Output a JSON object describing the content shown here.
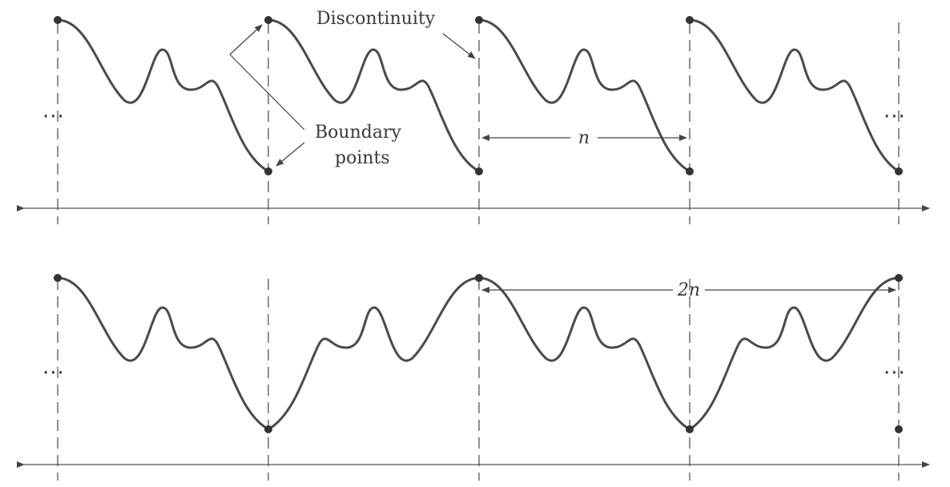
{
  "top_panel": {
    "labels": {
      "discontinuity": "Discontinuity",
      "boundary_line1": "Boundary",
      "boundary_line2": "points",
      "period": "n",
      "ellipsis_left": "···",
      "ellipsis_right": "···"
    }
  },
  "bottom_panel": {
    "labels": {
      "period": "2n",
      "ellipsis_left": "···",
      "ellipsis_right": "···"
    }
  },
  "colors": {
    "curve": "#4a4a4a",
    "axis": "#555555",
    "text": "#3a3a3a"
  }
}
